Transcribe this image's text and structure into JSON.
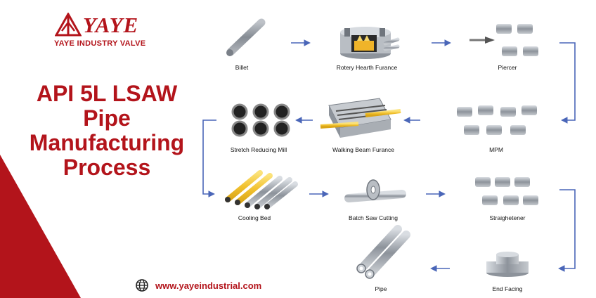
{
  "brand": {
    "name": "YAYE",
    "tagline": "YAYE INDUSTRY VALVE",
    "logo_color": "#b3141b"
  },
  "title": {
    "lines": [
      "API 5L LSAW",
      "Pipe",
      "Manufacturing",
      "Process"
    ]
  },
  "website": "www.yayeindustrial.com",
  "process_steps": [
    {
      "label": "Billet"
    },
    {
      "label": "Rotery Hearth Furance"
    },
    {
      "label": "Piercer"
    },
    {
      "label": "MPM"
    },
    {
      "label": "Walking Beam Furance"
    },
    {
      "label": "Stretch Reducing Mill"
    },
    {
      "label": "Cooling Bed"
    },
    {
      "label": "Batch Saw Cutting"
    },
    {
      "label": "Straighetener"
    },
    {
      "label": "End Facing"
    },
    {
      "label": "Pipe"
    }
  ],
  "colors": {
    "accent_red": "#b3141b",
    "arrow_blue": "#4a66b8",
    "pipe_yellow": "#f2c230",
    "steel_gray": "#9aa0a8"
  }
}
